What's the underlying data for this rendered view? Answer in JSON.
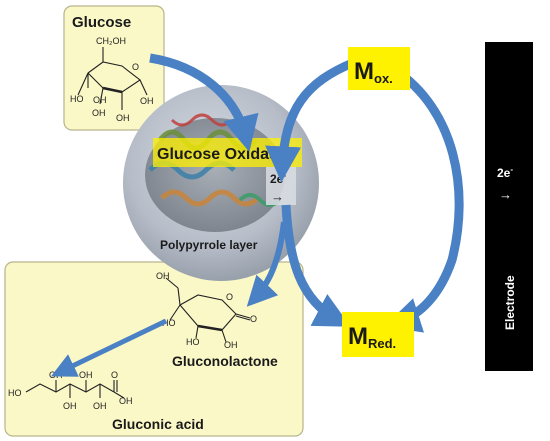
{
  "labels": {
    "glucose": "Glucose",
    "enzyme": "Glucose Oxidase",
    "electrons_enzyme": "2e",
    "electrons_enzyme_sup": "-",
    "layer": "Polypyrrole layer",
    "mediator_ox_main": "M",
    "mediator_ox_sub": "ox.",
    "mediator_red_main": "M",
    "mediator_red_sub": "Red.",
    "electrons_electrode": "2e",
    "electrons_electrode_sup": "-",
    "electrode": "Electrode",
    "gluconolactone": "Gluconolactone",
    "gluconic_acid": "Gluconic acid",
    "arrow_glyph": "→"
  },
  "structures": {
    "glucose": {
      "ch2oh": "CH₂OH",
      "ring_o": "O",
      "oh_left": "HO",
      "oh_right": "OH",
      "oh_bottom_left": "OH",
      "oh_bottom_right": "OH",
      "oh_anomeric": "OH"
    },
    "gluconolactone": {
      "oh_top": "OH",
      "ring_o": "O",
      "carbonyl_o": "O",
      "ho_left": "HO",
      "ho_mid": "HO",
      "oh_bottom": "OH"
    },
    "gluconic_acid": {
      "ho_end": "HO",
      "oh_1": "OH",
      "oh_2": "OH",
      "oh_3": "OH",
      "oh_4": "OH",
      "carbonyl_o": "O",
      "oh_acid": "OH"
    }
  },
  "colors": {
    "panel_fill": "#fbf8c8",
    "panel_stroke": "#b6b48a",
    "highlight": "#fff200",
    "arrow": "#4a80c4",
    "electrode": "#000000",
    "sphere_outer": "#bfc6d1",
    "sphere_inner": "#8c949e"
  }
}
